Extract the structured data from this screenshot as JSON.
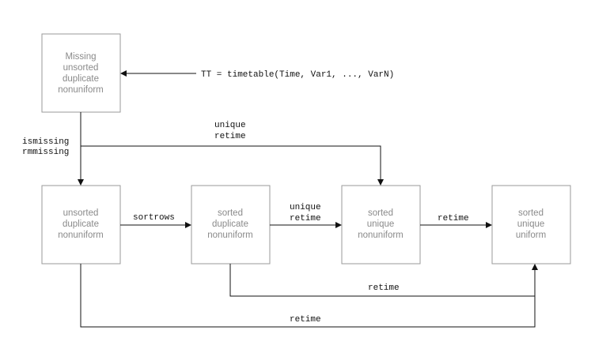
{
  "boxes": {
    "initial": {
      "lines": [
        "Missing",
        "unsorted",
        "duplicate",
        "nonuniform"
      ]
    },
    "unsorted_duplicate_nonuniform": {
      "lines": [
        "unsorted",
        "duplicate",
        "nonuniform"
      ]
    },
    "sorted_duplicate_nonuniform": {
      "lines": [
        "sorted",
        "duplicate",
        "nonuniform"
      ]
    },
    "sorted_unique_nonuniform": {
      "lines": [
        "sorted",
        "unique",
        "nonuniform"
      ]
    },
    "sorted_unique_uniform": {
      "lines": [
        "sorted",
        "unique",
        "uniform"
      ]
    }
  },
  "edges": {
    "create": {
      "label": "TT = timetable(Time, Var1, ..., VarN)"
    },
    "missing": {
      "lines": [
        "ismissing",
        "rmmissing"
      ]
    },
    "unique_top": {
      "lines": [
        "unique",
        "retime"
      ]
    },
    "sortrows": {
      "label": "sortrows"
    },
    "unique_mid": {
      "lines": [
        "unique",
        "retime"
      ]
    },
    "retime_right": {
      "label": "retime"
    },
    "retime_lower": {
      "label": "retime"
    },
    "retime_bottom": {
      "label": "retime"
    }
  }
}
